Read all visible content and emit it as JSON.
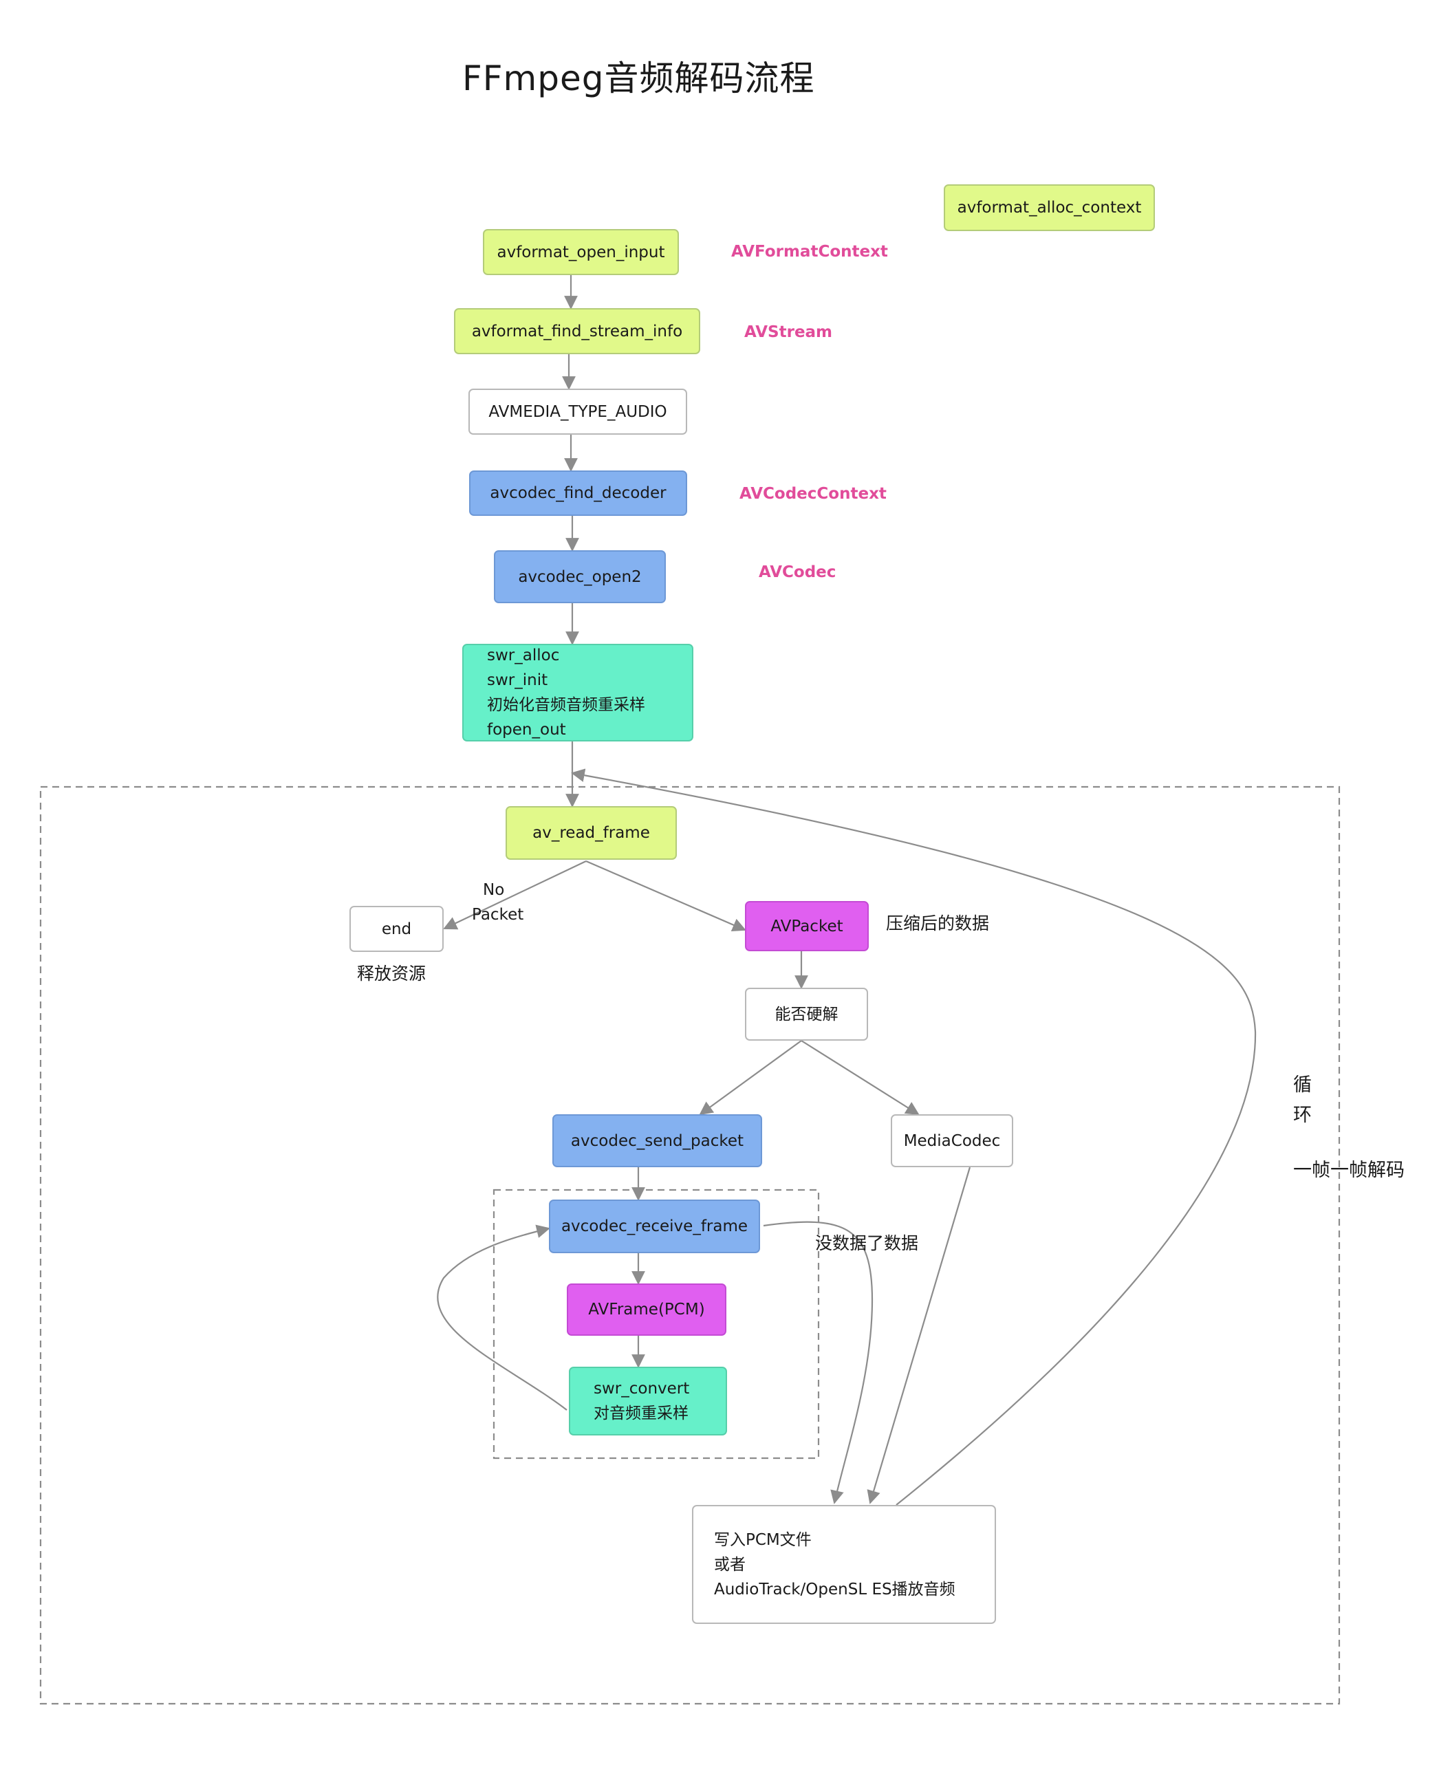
{
  "title": "FFmpeg音频解码流程",
  "nodes": {
    "alloc_context": "avformat_alloc_context",
    "open_input": "avformat_open_input",
    "find_stream_info": "avformat_find_stream_info",
    "media_type_audio": "AVMEDIA_TYPE_AUDIO",
    "find_decoder": "avcodec_find_decoder",
    "open2": "avcodec_open2",
    "swr_lines": [
      "swr_alloc",
      "swr_init",
      "初始化音频音频重采样",
      "fopen_out"
    ],
    "read_frame": "av_read_frame",
    "end": "end",
    "avpacket": "AVPacket",
    "hw_decode": "能否硬解",
    "send_packet": "avcodec_send_packet",
    "mediacodec": "MediaCodec",
    "receive_frame": "avcodec_receive_frame",
    "avframe": "AVFrame(PCM)",
    "swr_convert_lines": [
      "swr_convert",
      "对音频重采样"
    ],
    "output_lines": [
      "写入PCM文件",
      "或者",
      "AudioTrack/OpenSL ES播放音频"
    ]
  },
  "annotations": {
    "avformat_context": "AVFormatContext",
    "avstream": "AVStream",
    "avcodec_context": "AVCodecContext",
    "avcodec": "AVCodec",
    "no_packet_lines": [
      "No",
      "Packet"
    ],
    "release": "释放资源",
    "compressed": "压缩后的数据",
    "no_data": "没数据了数据",
    "loop_lines": [
      "循",
      "环"
    ],
    "frame_by_frame": "一帧一帧解码"
  },
  "colors": {
    "lime": "#e1f98a",
    "blue": "#84b1f0",
    "teal": "#66f0c9",
    "magenta": "#e05ff0",
    "annotation_pink": "#e14c9a",
    "connector": "#8c8c8c"
  }
}
